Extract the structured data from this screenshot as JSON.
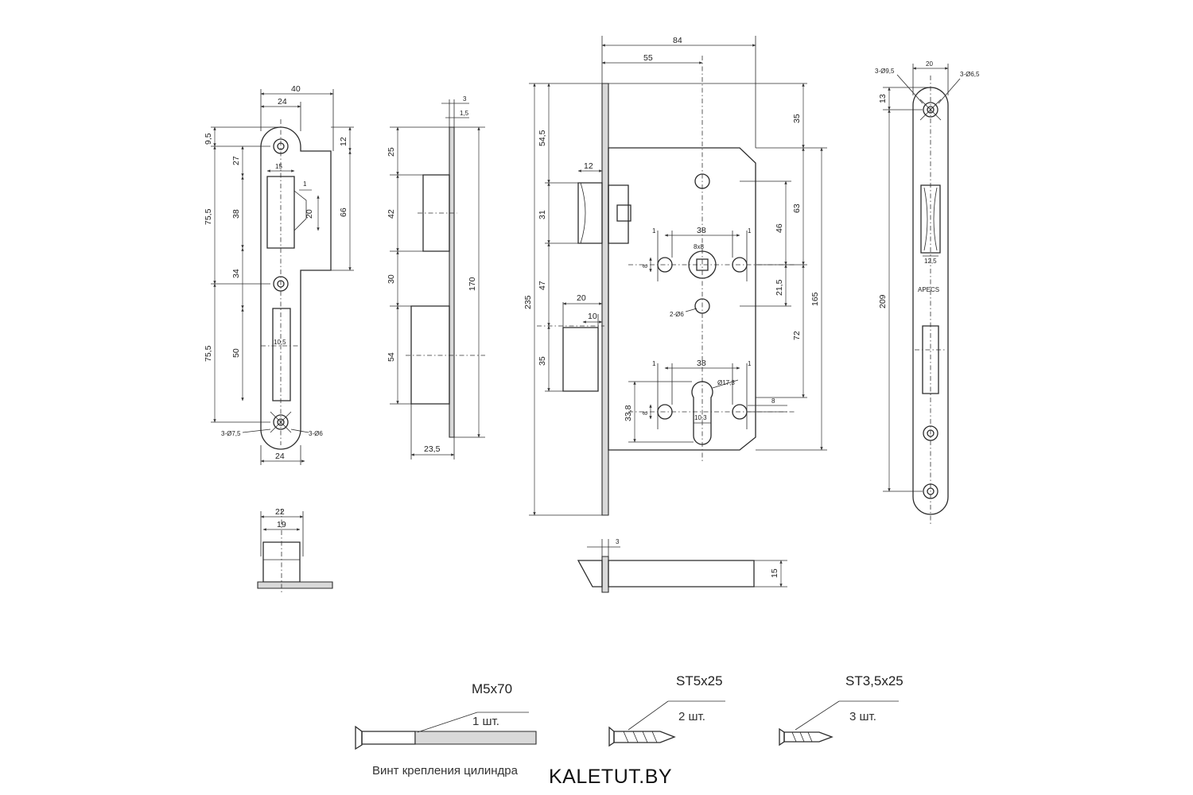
{
  "strike_plate": {
    "dims": {
      "w40": "40",
      "w24_top": "24",
      "d9_5": "9,5",
      "d12": "12",
      "d27": "27",
      "d15": "15",
      "d1": "1",
      "d20": "20",
      "d38": "38",
      "d66": "66",
      "d75_5_top": "75,5",
      "d34": "34",
      "d50": "50",
      "d10_5": "10,5",
      "d75_5_bottom": "75,5",
      "hole_left": "3-Ø7,5",
      "hole_right": "3-Ø6",
      "w24_bottom": "24"
    }
  },
  "latch_box": {
    "dims": {
      "w22": "22",
      "w19": "19"
    }
  },
  "side_view": {
    "dims": {
      "d3": "3",
      "d1_5": "1,5",
      "d25": "25",
      "d42": "42",
      "d30": "30",
      "d54": "54",
      "d170": "170",
      "d23_5": "23,5"
    }
  },
  "lock_body": {
    "dims": {
      "d84": "84",
      "d55": "55",
      "d54_5": "54,5",
      "d12": "12",
      "d31": "31",
      "d235": "235",
      "d47": "47",
      "d20": "20",
      "d10": "10",
      "d35_left": "35",
      "d35_right": "35",
      "d63": "63",
      "d46": "46",
      "d38_top": "38",
      "d1_a": "1",
      "d1_b": "1",
      "d8x8": "8x8",
      "d8_a": "8",
      "d21_5": "21,5",
      "holes": "2-Ø6",
      "d165": "165",
      "d72": "72",
      "d1_c": "1",
      "d1_d": "1",
      "d38_bottom": "38",
      "d17_3": "Ø17,3",
      "d33_8": "33,8",
      "d8_b": "8",
      "d10_3": "10,3",
      "d8_c": "8"
    }
  },
  "latch_bolt": {
    "dims": {
      "d3": "3",
      "d15": "15"
    }
  },
  "faceplate": {
    "dims": {
      "hole_left": "3-Ø9,5",
      "d20": "20",
      "hole_right": "3-Ø6,5",
      "d13": "13",
      "d209": "209",
      "d12_5": "12,5"
    },
    "stamp": "APECS"
  },
  "screws": {
    "m5": {
      "name": "M5x70",
      "qty": "1 шт.",
      "caption": "Винт крепления цилиндра"
    },
    "st5": {
      "name": "ST5x25",
      "qty": "2 шт."
    },
    "st35": {
      "name": "ST3,5x25",
      "qty": "3 шт."
    }
  },
  "brand": "KALETUT.BY"
}
